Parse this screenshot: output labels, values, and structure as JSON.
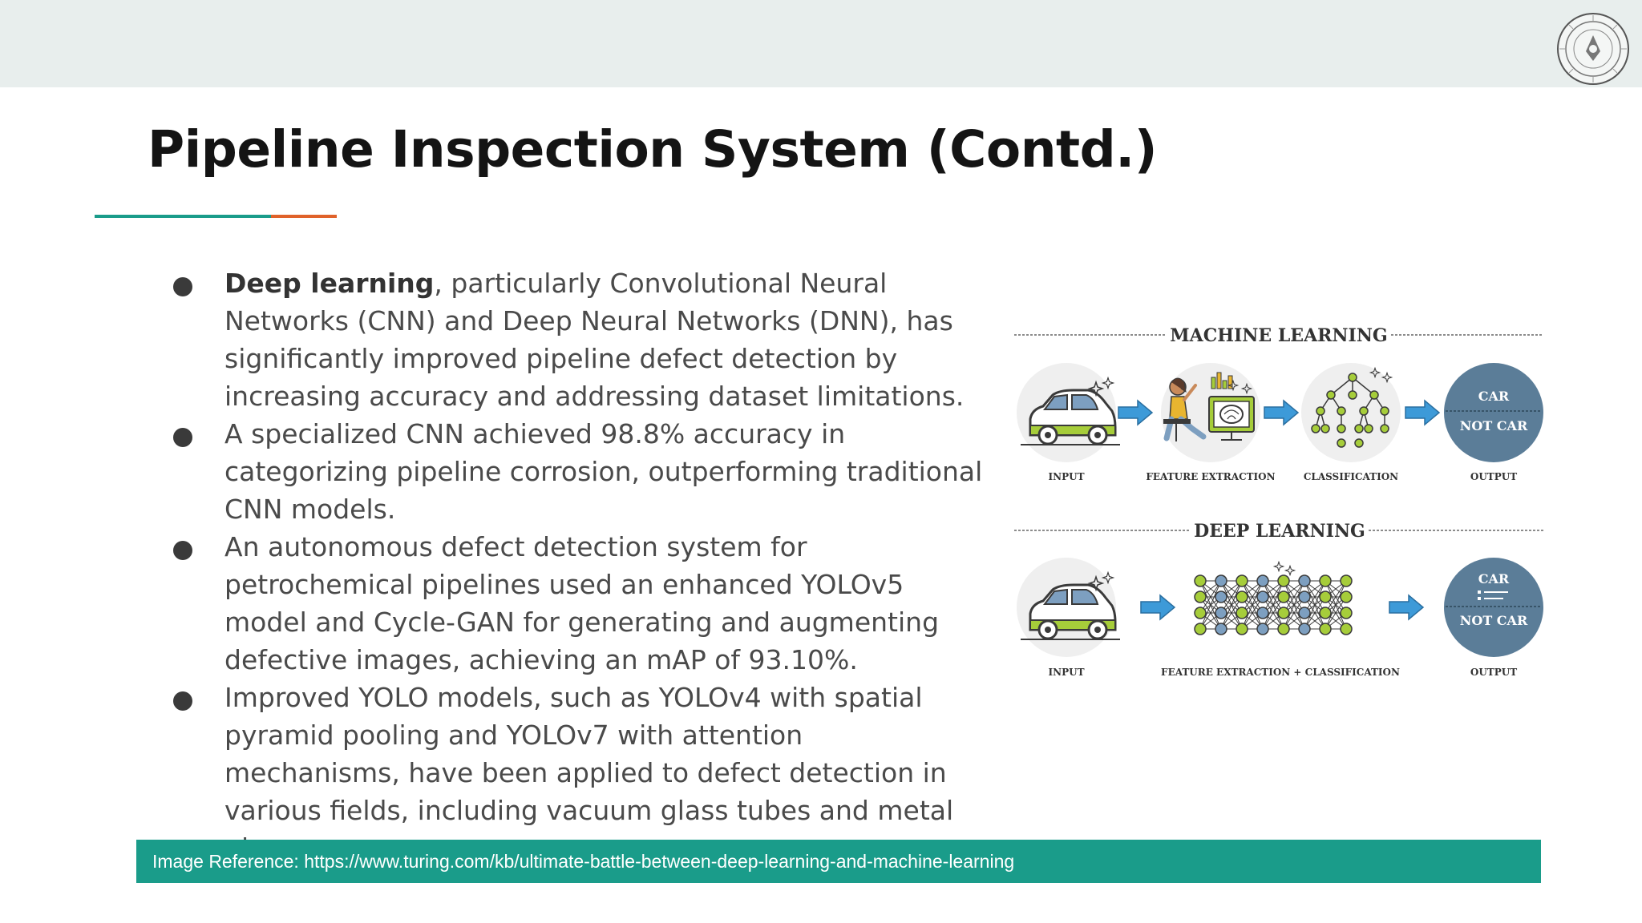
{
  "slide": {
    "title": "Pipeline Inspection System (Contd.)",
    "bullets": [
      {
        "bold": "Deep learning",
        "text": ", particularly Convolutional Neural Networks (CNN) and Deep Neural Networks (DNN), has significantly improved pipeline defect detection by increasing accuracy and addressing dataset limitations."
      },
      {
        "bold": "",
        "text": "A specialized CNN achieved 98.8% accuracy in categorizing pipeline corrosion, outperforming traditional CNN models."
      },
      {
        "bold": "",
        "text": "An autonomous defect detection system for petrochemical pipelines used an enhanced YOLOv5 model and Cycle-GAN for generating and augmenting defective images, achieving an mAP of 93.10%."
      },
      {
        "bold": "",
        "text": "Improved YOLO models, such as YOLOv4 with spatial pyramid pooling and YOLOv7 with attention mechanisms, have been applied to defect detection in various fields, including vacuum glass tubes and metal pipes."
      }
    ],
    "footer": "Image Reference: https://www.turing.com/kb/ultimate-battle-between-deep-learning-and-machine-learning"
  },
  "diagram": {
    "ml_title": "MACHINE LEARNING",
    "dl_title": "DEEP LEARNING",
    "ml_labels": [
      "INPUT",
      "FEATURE EXTRACTION",
      "CLASSIFICATION",
      "OUTPUT"
    ],
    "dl_labels": [
      "INPUT",
      "FEATURE EXTRACTION + CLASSIFICATION",
      "OUTPUT"
    ],
    "out_car": "CAR",
    "out_not_car": "NOT CAR"
  },
  "colors": {
    "teal": "#1a9c8a",
    "orange": "#e0622a",
    "topbar": "#e8eeed",
    "output_circle": "#5b7d98",
    "arrow": "#3d9ad8",
    "node_green": "#a6cd3a",
    "node_blue": "#7d9fc0"
  }
}
